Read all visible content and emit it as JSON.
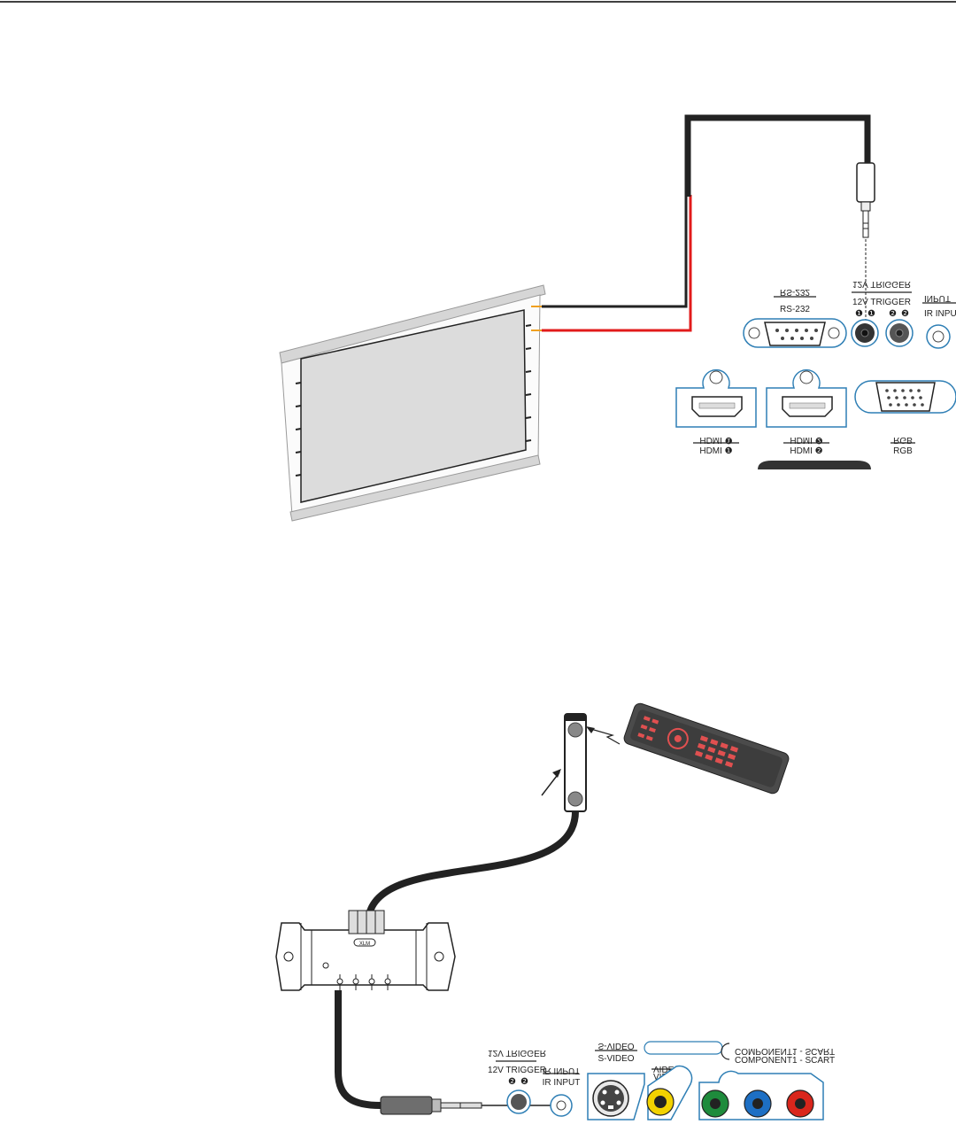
{
  "figure1": {
    "ports_normal": {
      "rs232": "RS-232",
      "trigger_12v": "12V TRIGGER",
      "ir_input": "IR INPUT",
      "hdmi1": "HDMI ❶",
      "hdmi2": "HDMI ❷",
      "rgb": "RGB"
    },
    "ports_mirrored": {
      "rs232": "RS-232",
      "trigger_12v": "12V TRIGGER",
      "ir_input": "INPUT",
      "hdmi1": "HDMI ❶",
      "hdmi2": "HDMI ❷",
      "rgb": "RGB"
    },
    "trigger_numbers": [
      "❶",
      "❶",
      "❷",
      "❷"
    ]
  },
  "figure2": {
    "ports_normal": {
      "trigger_12v": "12V TRIGGER",
      "ir_input": "IR INPUT",
      "s_video": "S-VIDEO",
      "video": "VIDEO",
      "component": "COMPONENT1 - SCART"
    },
    "ports_mirrored": {
      "trigger_12v": "12V TRIGGER",
      "ir_input": "IR INPUT",
      "s_video": "S-VIDEO",
      "video": "VIDEO",
      "component": "COMPONENT1 - SCART"
    },
    "trigger_numbers": [
      "❷",
      "❷"
    ],
    "receiver_badge": "XLM"
  },
  "colors": {
    "cable": "#222222",
    "wire_red": "#e21b1b",
    "wire_orange": "#f0a020",
    "connector_blue": "#2f7fb5",
    "video_yellow": "#f2d200",
    "component_green": "#1e8b3c",
    "component_blue": "#1d6fc4",
    "component_red": "#d9261c",
    "remote_keys": "#e05050"
  }
}
